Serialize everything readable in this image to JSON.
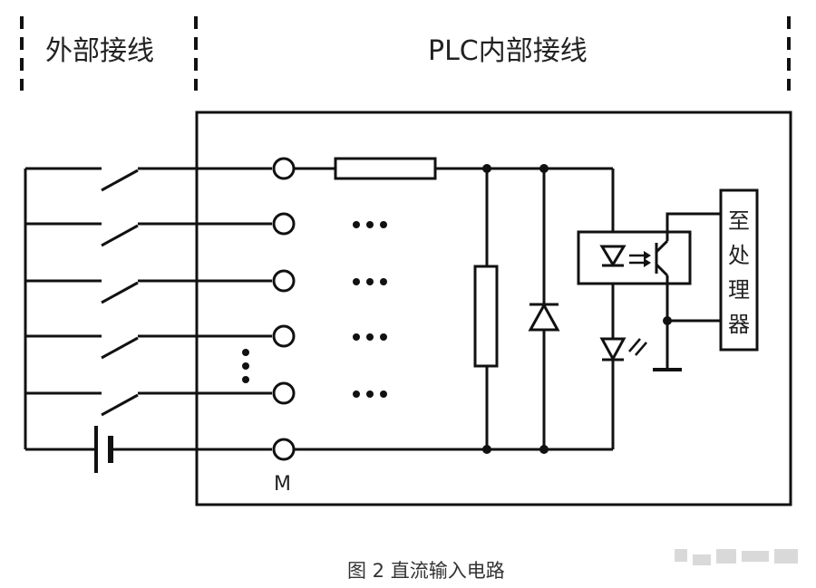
{
  "labels": {
    "external": "外部接线",
    "internal": "PLC内部接线",
    "processor_chars": [
      "至",
      "处",
      "理",
      "器"
    ],
    "terminal_m": "M",
    "caption": "图 2  直流输入电路"
  }
}
